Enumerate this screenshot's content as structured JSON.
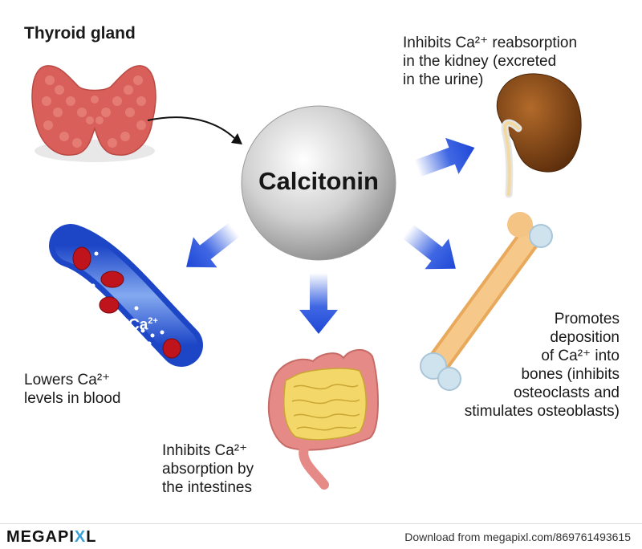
{
  "title": "Thyroid gland",
  "center": "Calcitonin",
  "kidney_text": [
    "Inhibits Ca²⁺ reabsorption",
    "in the kidney (excreted",
    "in the urine)"
  ],
  "blood_text": [
    "Lowers Ca²⁺",
    "levels in blood"
  ],
  "intestine_text": [
    "Inhibits Ca²⁺",
    "absorption by",
    "the intestines"
  ],
  "bone_text": [
    "Promotes",
    "deposition",
    "of Ca²⁺ into",
    "bones (inhibits",
    "osteoclasts and",
    "stimulates osteoblasts)"
  ],
  "vessel_label": "Ca",
  "vessel_label_sup": "2+",
  "footer": {
    "brand_a": "MEGAPI",
    "brand_b": "X",
    "brand_c": "L",
    "download": "Download from megapixl.com/869761493615"
  },
  "colors": {
    "arrow": "#2b57e0",
    "thyroid": "#d9605a",
    "vessel": "#3a6fd8",
    "rbc": "#c0141c",
    "bone": "#f3c07e"
  }
}
